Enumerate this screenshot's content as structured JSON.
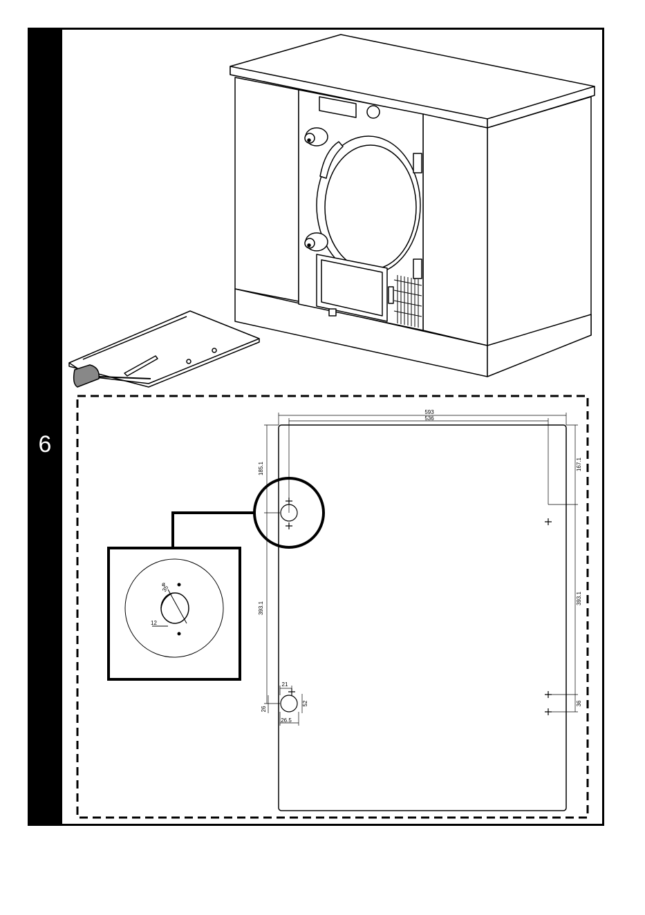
{
  "step": {
    "number": "6"
  },
  "drawing": {
    "width_overall": "593",
    "width_inner": "536",
    "top_left_offset": "185.1",
    "top_right_offset": "167.1",
    "left_spacing": "393.1",
    "right_spacing": "393.1",
    "bottom_gap_right": "36",
    "hole_x_21": "21",
    "hole_y_26": "26",
    "hole_width_26_5": "26.5",
    "hole_height_52": "52"
  },
  "detail": {
    "diameter_symbol": "ø",
    "diameter": "35",
    "offset": "12"
  },
  "colors": {
    "ink": "#000000",
    "paper": "#ffffff",
    "grey": "#888888"
  }
}
